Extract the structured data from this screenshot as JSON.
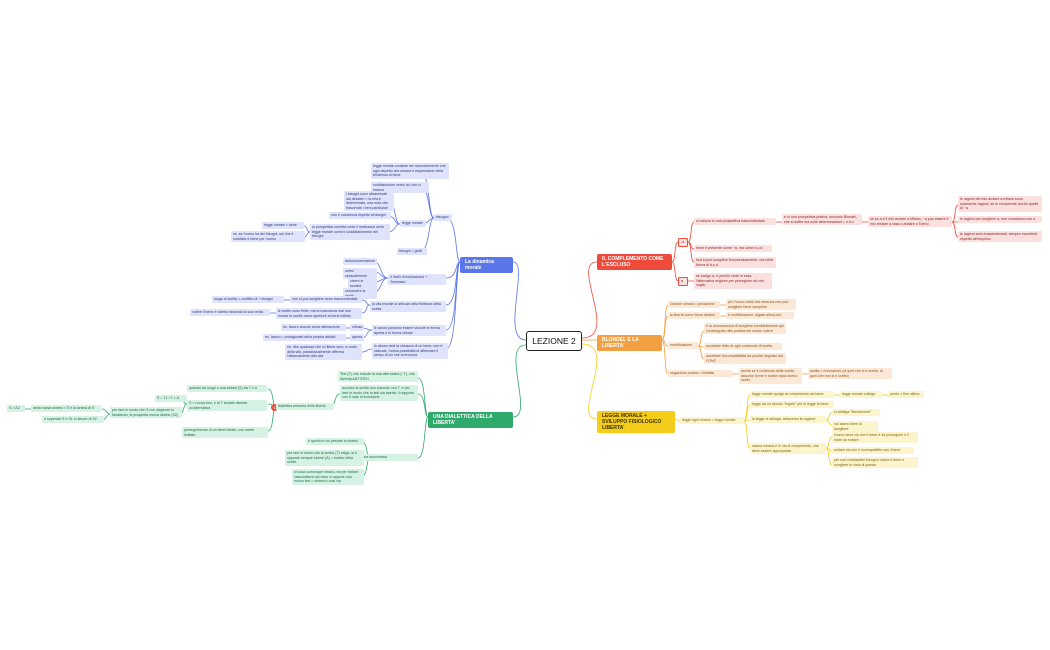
{
  "title": "LEZIONE 2",
  "colors": {
    "blue": "#5b76e8",
    "green": "#2eaa6b",
    "red": "#ee4b3b",
    "orange": "#f2a041",
    "yellow": "#f4cd1b"
  },
  "branches": {
    "dinamica": "La dinamica morale",
    "dialettica": "UNA DIALETTICA DELLA LIBERTA'",
    "complemento": "IL COMPLEMENTO COME L'ESCLUSO",
    "blondel": "BLONDEL E LA LIBERTA'",
    "legge": "LEGGE MORALE + SVILUPPO FISIOLOGICO LIBERTA'"
  },
  "dinamica": {
    "bisogno": "bisogno",
    "legge_morale_concetto": "legge morale consiste nel riconoscimento che ogni aspetto vita umana è espressione della tendenza al bene",
    "soddisfazione": "soddisfazione verso ciò che ci manca",
    "bisogni_esperienza": "i bisogni sono attraversati dai desideri = la mia è determinata, una mira che trascende i beni particolari",
    "legge_morale": "legge morale",
    "coscienza": "non è coscienza rispetto ai bisogni",
    "prospettiva": "la prospettiva corretta vede il realizzarsi della legge morale come il soddisfacimento dei bisogni",
    "legge_bene": "legge morale = bene",
    "es_uomo": "es. se l'uomo ha dei bisogni, sol che li soddisfa è bene per l'uomo",
    "bisogni_gesti": "bisogni = gesti",
    "livelli": "4 livelli di inclinazione + 'fommaso'",
    "autoconservazione": "autoconservazione",
    "unirsi": "unirsi sessualmente",
    "vivere": "vivere in società",
    "verita": "conoscere la verità",
    "vita_morale": "la vita morale si articola nella finitezza della scelta",
    "luogo": "luogo di scelta = conflitto di + bisogni",
    "non_scegliere": "non si può scegliere bene trascendentale",
    "scelte": "le scelte sono finite, ma la mancanza mai mai risolve le scelte come aperture al bene infinito",
    "volere": "volere il bene è volerlo secondo la sua verità",
    "azioni": "le azioni possono essere vissute in forma aperta e in forma chiusa",
    "lavoro_chiuso": "es. lavoro vissuto come alienazione",
    "lavoro_aperto": "es. lavoro = protagonisti della propria attività",
    "chiusa": "chiusa",
    "aperta": "aperta",
    "abuso": "in abuso cedi la chiusura di un bene, non è radicale, l'unica possibilità di affermare il senso di ciò che si rinuncia",
    "es_dire": "es. dire qualcosa che si ritiene vero, a costo della vita, paradossalmente afferma l'attaccamento alla vita"
  },
  "dialettica": {
    "tesi": "Tesi (T) che include la sua alternativa (~T), che diventa ANTITESI",
    "primaria": "dialettica primaria della libertà",
    "sintesi": "accorse la scelta non coincide con T, e per fare in modo che la tesi sia aperta, il rapporto con S sale di inclusione",
    "quando": "quando da luogo a una sintesi (S) tra T e A",
    "s_tt": "S = T1 / T = A",
    "nuova_tesi": "S = nuova tesi, e la T iniziale diventa un'alternativa",
    "per_fare": "per fare in modo che S non degeneri in fanatismo, si prospetta nuova sintesi (S2)",
    "s_a2": "S = A2",
    "nuova_sintesi": "della nuova sintesi = S è la sintesi di S",
    "superata": "è superata S e S1 in favore di S2",
    "perseguimento": "perseguimento di un bene ideale, con scelte limitate",
    "secondaria": "dialettica secondaria",
    "quello": "è quello in cui prevale la sintesi",
    "per_fare2": "per fare in modo che la scelta (T) valga, si è opposte sempre sintesi (A) = motivo della scelta",
    "cosa": "si cosa comunque rimasi, ma per evitare l'assolutismo ad esso ci oppone una nuova tesi = sintesi e così via"
  },
  "complemento": {
    "minus_a": "-a",
    "a": "a",
    "colloca": "si colloca in una prospettiva trascendentale",
    "prospettiva": "è in una prospettiva pratica, secondo Blondel, che si soffre ma sulle determinazioni = n.b.c",
    "se": "se se a è il mio andare a Milano, ~a può essere il mio restare a casa o andare a Torino",
    "ragioni_1": "le ragioni del mio andare a milano sono solamente ragioni, se le comprende anche quelle di ~a",
    "ragioni_2": "le ragioni per scegliere a, non coincidono con a",
    "ragioni_3": "le ragioni sono trascendentali, sempre eccedenti rispetto all'empirico",
    "bene": "bene è presente come ~a, ma come b,c,d",
    "bcd": "bcd si può scegliere fenomenicamente, ma nella forma di b,c,d",
    "scelgo": "se scelgo a, è perché vede in essa l'alternativa migliore per perseguire ciò che voglio"
  },
  "blondel": {
    "azione": "l'azione umana = privazione",
    "azione_desc": "per l'uomo nella vita nessuna non può scegliere bene completo",
    "liberta": "la libertà come libero arbitrio",
    "liberta_desc": "è mortificazione, legata all'est-aut",
    "mortificazione": "mortificazione",
    "riconoscere": "è la riconoscenza di scegliere inevitabilmente qui il inadeguato alle portata del nostro volere",
    "accettare": "accettare finito di ogni contenuto di scelta",
    "accettare2": "accettare l'incompatibilità tra positivi segnato dal FONC",
    "negazione": "negazione pratica = limitata",
    "anche": "anche se il contenuto della scelta assume forme e anche dopo averlo scelto",
    "scelta": "scelta = rinnovando (di quel che si è scelto, di quel che non si è scelto)"
  },
  "legge": {
    "legge_uomo": "legge ogni umano = legge morale",
    "promossa": "legge morale sprigio al compimento del bene",
    "legge_coll": "legge morale collega",
    "fine_ultimo": "punto = fine ultimo",
    "legge_vincolo": "legge da un vincolo \"legato\" più in legge la bene",
    "legge_obbligo": "la legge ci obbliga, attraverso la ragione",
    "obbligo": "ci obbliga \"liberamente\"",
    "siamo": "noi siamo liberi di scegliere",
    "natura": "natura umana è in via di compimento, che deve essere appropriata",
    "uomo": "l'uomo deve ciò che il bene è da perseguire è il male da evitare",
    "evitare": "evitare ciò che è incompatibile con il bene",
    "contraddizione": "per non contraddire bisogno volere il bene e scegliere in vista di questo"
  }
}
